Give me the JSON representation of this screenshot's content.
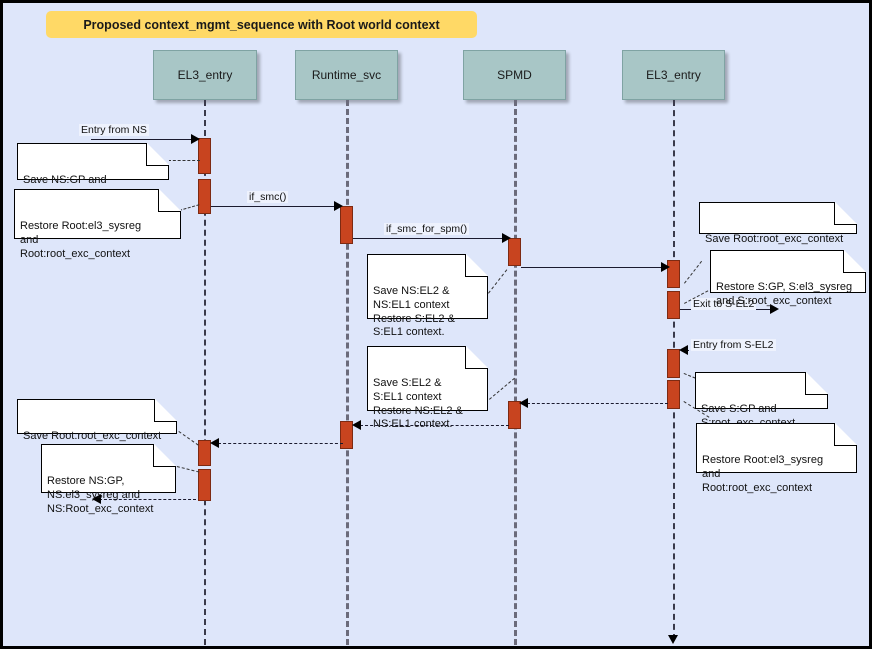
{
  "diagram": {
    "title": "Proposed context_mgmt_sequence with Root world context",
    "type": "sequence-diagram",
    "colors": {
      "background": "#dee6fa",
      "title_banner": "#ffd966",
      "participant_box": "#a8c6c6",
      "activation_bar": "#c8441f",
      "note_fill": "#ffffff",
      "line": "#1a1a2e"
    },
    "participants": [
      {
        "id": "el3_left",
        "label": "EL3_entry"
      },
      {
        "id": "runtime",
        "label": "Runtime_svc"
      },
      {
        "id": "spmd",
        "label": "SPMD"
      },
      {
        "id": "el3_right",
        "label": "EL3_entry"
      }
    ],
    "messages": [
      {
        "id": "m1",
        "label": "Entry from NS",
        "style": "solid"
      },
      {
        "id": "m2",
        "label": "if_smc()",
        "style": "solid"
      },
      {
        "id": "m3",
        "label": "if_smc_for_spm()",
        "style": "solid"
      },
      {
        "id": "m4",
        "label": "",
        "style": "solid"
      },
      {
        "id": "m5",
        "label": "Exit to S-EL2",
        "style": "solid"
      },
      {
        "id": "m6",
        "label": "Entry from S-EL2",
        "style": "dashed"
      },
      {
        "id": "m7",
        "label": "",
        "style": "dashed"
      },
      {
        "id": "m8",
        "label": "",
        "style": "dashed"
      },
      {
        "id": "m9",
        "label": "",
        "style": "dashed"
      }
    ],
    "notes": [
      {
        "id": "n1",
        "text": "Save NS:GP and\nNS:Root_exc_context"
      },
      {
        "id": "n2",
        "text": "Restore Root:el3_sysreg\nand\nRoot:root_exc_context"
      },
      {
        "id": "n3",
        "text": "Save NS:EL2 &\nNS:EL1 context\nRestore S:EL2 &\nS:EL1 context."
      },
      {
        "id": "n4",
        "text": "Save Root:root_exc_context"
      },
      {
        "id": "n5",
        "text": "Restore S:GP, S:el3_sysreg\nand S:root_exc_context"
      },
      {
        "id": "n6",
        "text": "Save S:GP and\nS:root_exc_context"
      },
      {
        "id": "n7",
        "text": "Restore Root:el3_sysreg\nand\nRoot:root_exc_context"
      },
      {
        "id": "n8",
        "text": "Save S:EL2 &\nS:EL1 context\nRestore NS:EL2 &\nNS:EL1 context."
      },
      {
        "id": "n9",
        "text": "Save Root:root_exc_context"
      },
      {
        "id": "n10",
        "text": "Restore NS:GP,\nNS:el3_sysreg and\nNS:Root_exc_context"
      }
    ]
  }
}
